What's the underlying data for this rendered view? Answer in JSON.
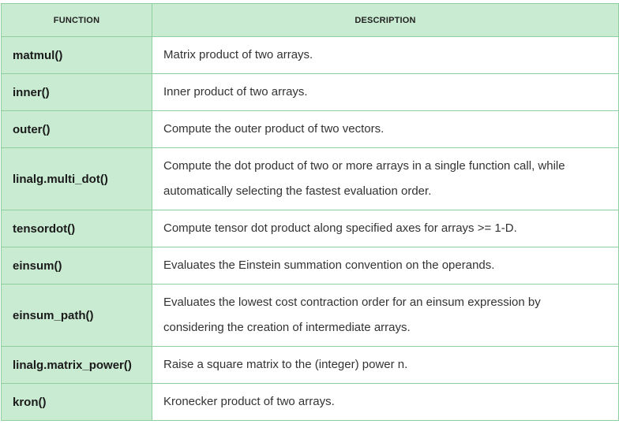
{
  "table": {
    "headers": {
      "function": "FUNCTION",
      "description": "DESCRIPTION"
    },
    "rows": [
      {
        "function": "matmul()",
        "description": "Matrix product of two arrays."
      },
      {
        "function": "inner()",
        "description": "Inner product of two arrays."
      },
      {
        "function": "outer()",
        "description": "Compute the outer product of two vectors."
      },
      {
        "function": "linalg.multi_dot()",
        "description": "Compute the dot product of two or more arrays in a single function call, while automatically selecting the fastest evaluation order."
      },
      {
        "function": "tensordot()",
        "description": "Compute tensor dot product along specified axes for arrays >= 1-D."
      },
      {
        "function": "einsum()",
        "description": "Evaluates the Einstein summation convention on the operands."
      },
      {
        "function": "einsum_path()",
        "description": "Evaluates the lowest cost contraction order for an einsum expression by considering the creation of intermediate arrays."
      },
      {
        "function": "linalg.matrix_power()",
        "description": "Raise a square matrix to the (integer) power n."
      },
      {
        "function": "kron()",
        "description": "Kronecker product of two arrays."
      }
    ]
  },
  "colors": {
    "header_bg": "#c9ebd2",
    "function_cell_bg": "#c9ebd2",
    "border": "#8fce9f"
  }
}
